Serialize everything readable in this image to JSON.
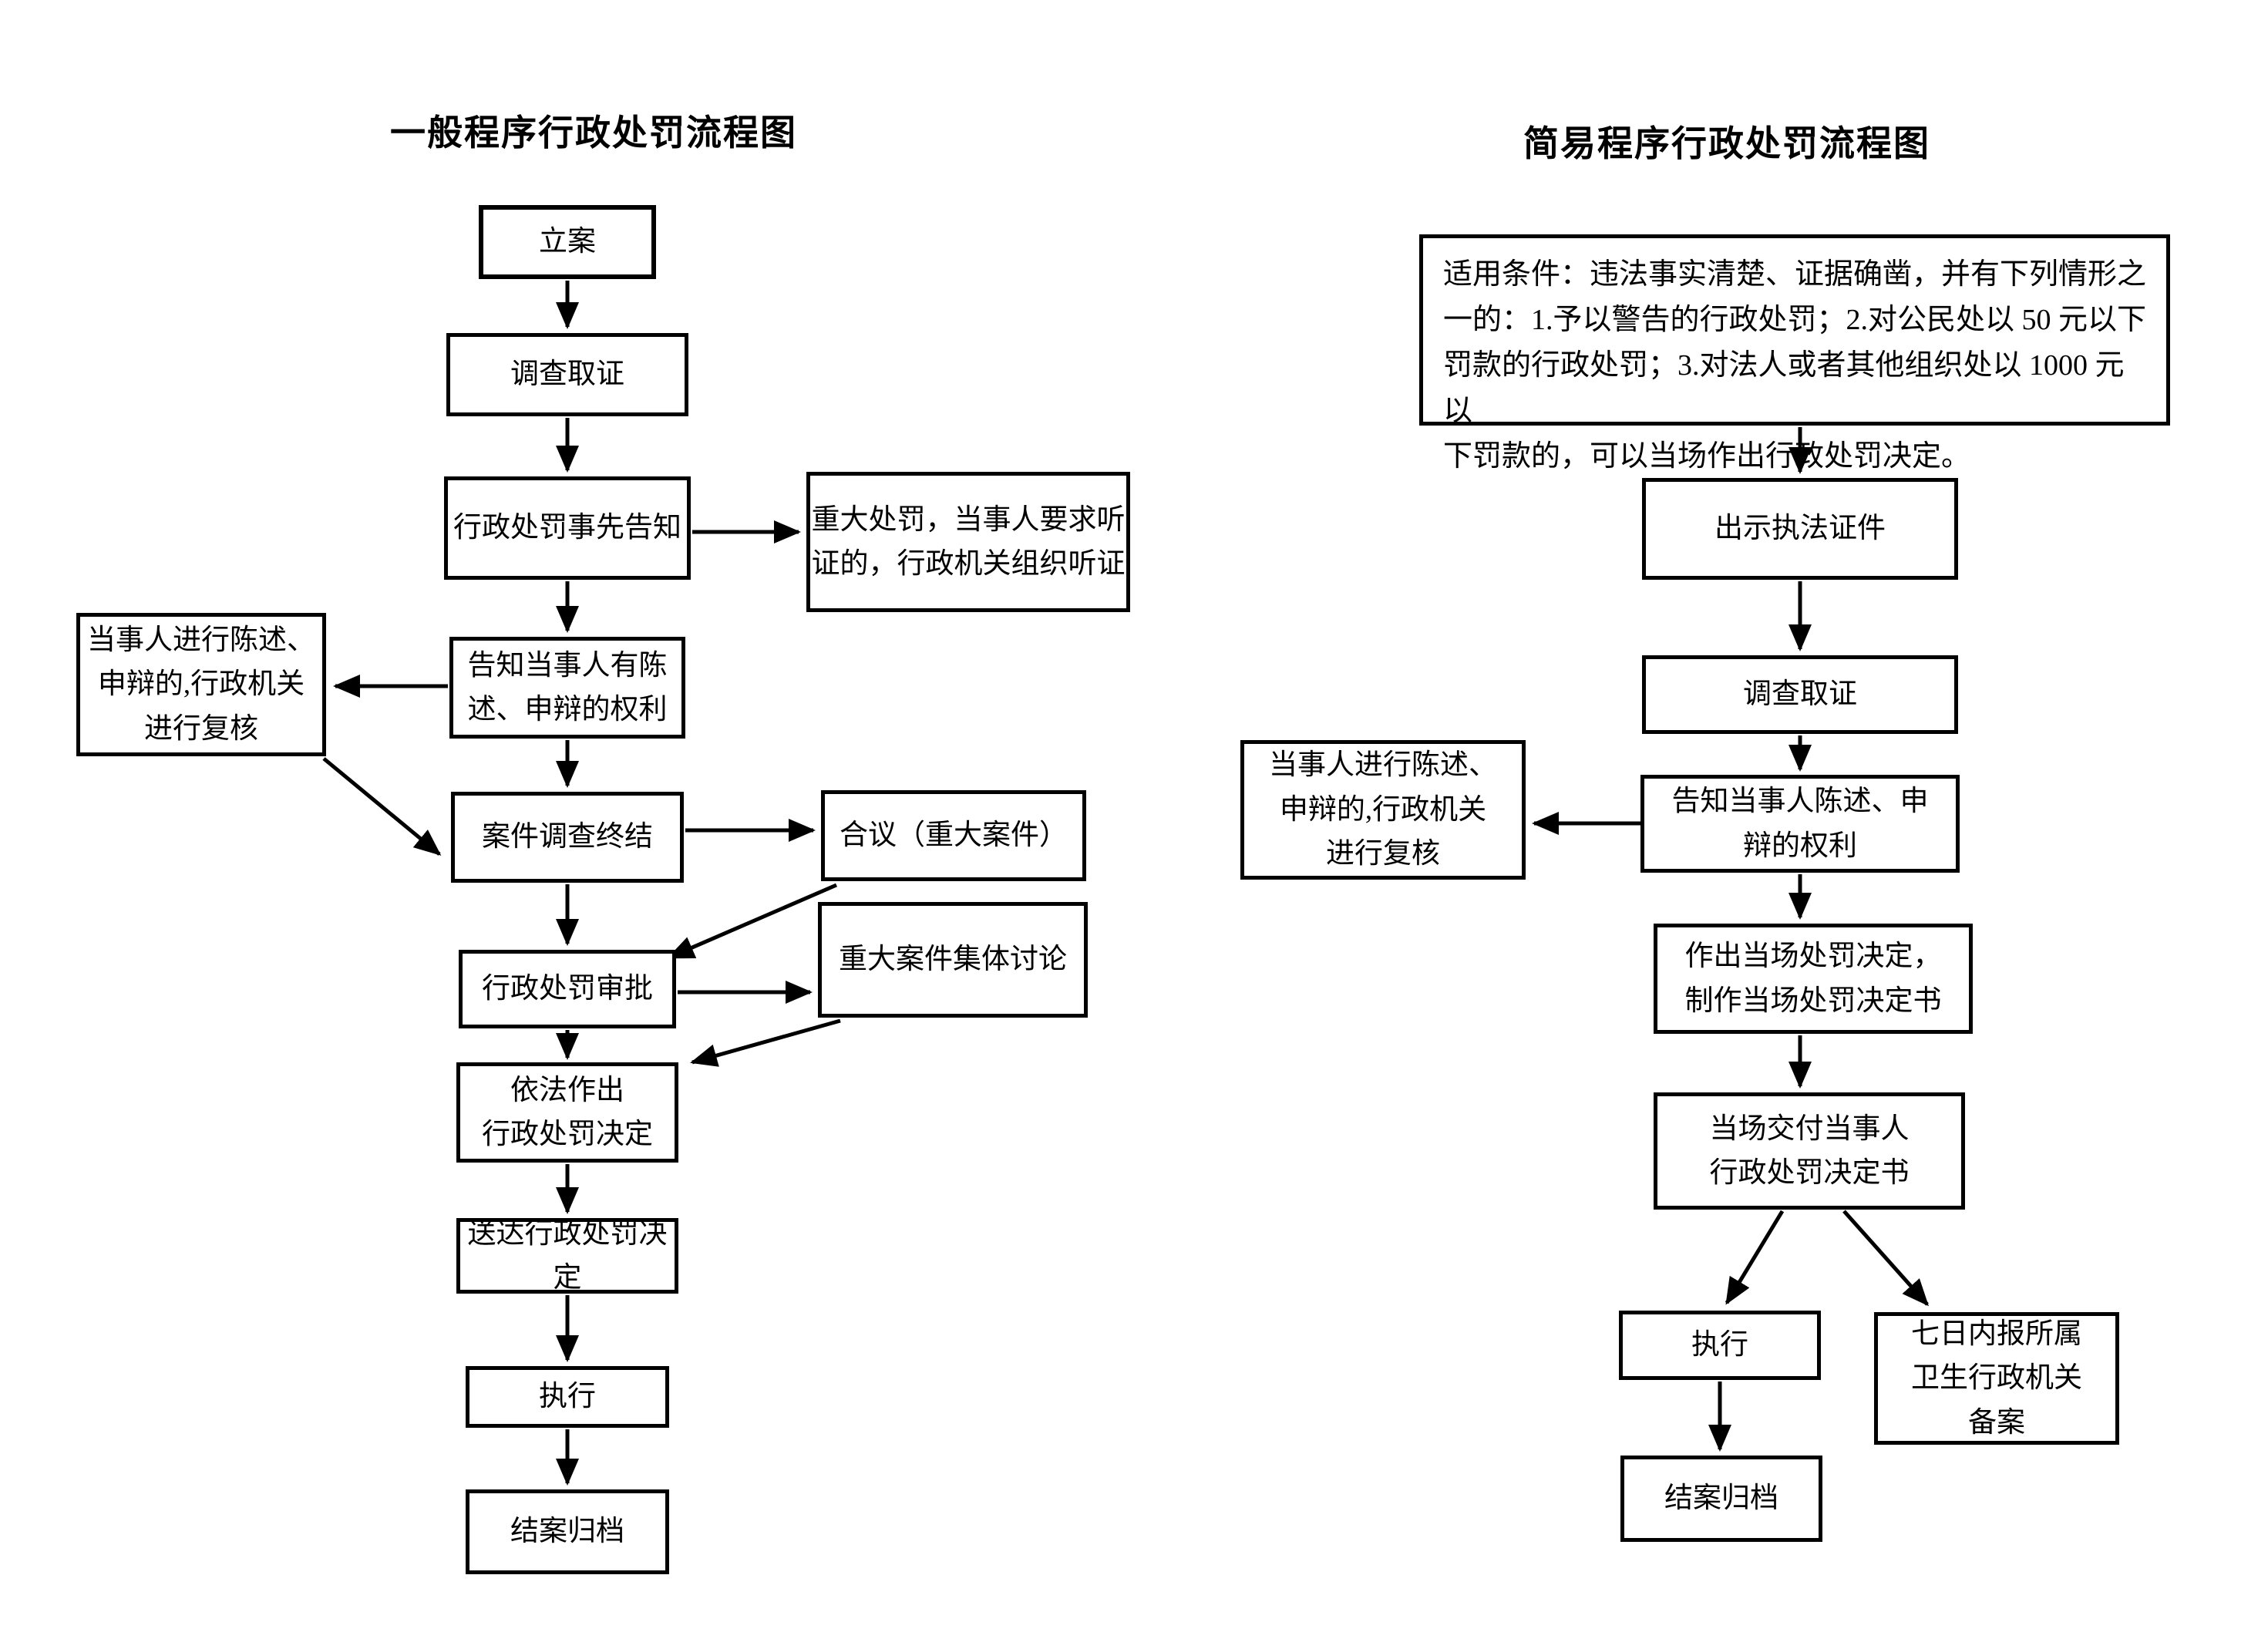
{
  "page": {
    "background_color": "#ffffff",
    "ink_color": "#000000"
  },
  "left_chart": {
    "title": "一般程序行政处罚流程图",
    "nodes": {
      "file_case": "立案",
      "investigate": "调查取证",
      "prior_notice": "行政处罚事先告知",
      "notify_rights": "告知当事人有陈\n述、申辩的权利",
      "investigation_concluded": "案件调查终结",
      "penalty_approval": "行政处罚审批",
      "make_decision": "依法作出\n行政处罚决定",
      "deliver_decision": "送达行政处罚决定",
      "execute": "执行",
      "close_file": "结案归档",
      "hearing_note": "重大处罚，当事人要求听\n证的，行政机关组织听证",
      "review_note": "当事人进行陈述、\n申辩的,行政机关\n进行复核",
      "collegial_panel": "合议（重大案件）",
      "collective_discussion": "重大案件集体讨论"
    },
    "edges": [
      {
        "from": "file_case",
        "to": "investigate"
      },
      {
        "from": "investigate",
        "to": "prior_notice"
      },
      {
        "from": "prior_notice",
        "to": "hearing_note"
      },
      {
        "from": "prior_notice",
        "to": "notify_rights"
      },
      {
        "from": "notify_rights",
        "to": "review_note"
      },
      {
        "from": "review_note",
        "to": "investigation_concluded"
      },
      {
        "from": "notify_rights",
        "to": "investigation_concluded"
      },
      {
        "from": "investigation_concluded",
        "to": "collegial_panel"
      },
      {
        "from": "collegial_panel",
        "to": "penalty_approval"
      },
      {
        "from": "investigation_concluded",
        "to": "penalty_approval"
      },
      {
        "from": "penalty_approval",
        "to": "collective_discussion"
      },
      {
        "from": "collective_discussion",
        "to": "make_decision"
      },
      {
        "from": "penalty_approval",
        "to": "make_decision"
      },
      {
        "from": "make_decision",
        "to": "deliver_decision"
      },
      {
        "from": "deliver_decision",
        "to": "execute"
      },
      {
        "from": "execute",
        "to": "close_file"
      }
    ]
  },
  "right_chart": {
    "title": "简易程序行政处罚流程图",
    "nodes": {
      "conditions": "适用条件：违法事实清楚、证据确凿，并有下列情形之\n一的：1.予以警告的行政处罚；2.对公民处以 50 元以下\n罚款的行政处罚；3.对法人或者其他组织处以 1000 元以\n下罚款的，可以当场作出行政处罚决定。",
      "show_credentials": "出示执法证件",
      "investigate": "调查取证",
      "notify_rights": "告知当事人陈述、申\n辩的权利",
      "review_note": "当事人进行陈述、\n申辩的,行政机关\n进行复核",
      "on_spot_decision": "作出当场处罚决定，\n制作当场处罚决定书",
      "deliver_on_spot": "当场交付当事人\n行政处罚决定书",
      "execute": "执行",
      "report_filing": "七日内报所属\n卫生行政机关\n备案",
      "close_file": "结案归档"
    },
    "edges": [
      {
        "from": "conditions",
        "to": "show_credentials"
      },
      {
        "from": "show_credentials",
        "to": "investigate"
      },
      {
        "from": "investigate",
        "to": "notify_rights"
      },
      {
        "from": "notify_rights",
        "to": "review_note"
      },
      {
        "from": "notify_rights",
        "to": "on_spot_decision"
      },
      {
        "from": "on_spot_decision",
        "to": "deliver_on_spot"
      },
      {
        "from": "deliver_on_spot",
        "to": "execute"
      },
      {
        "from": "deliver_on_spot",
        "to": "report_filing"
      },
      {
        "from": "execute",
        "to": "close_file"
      }
    ]
  }
}
